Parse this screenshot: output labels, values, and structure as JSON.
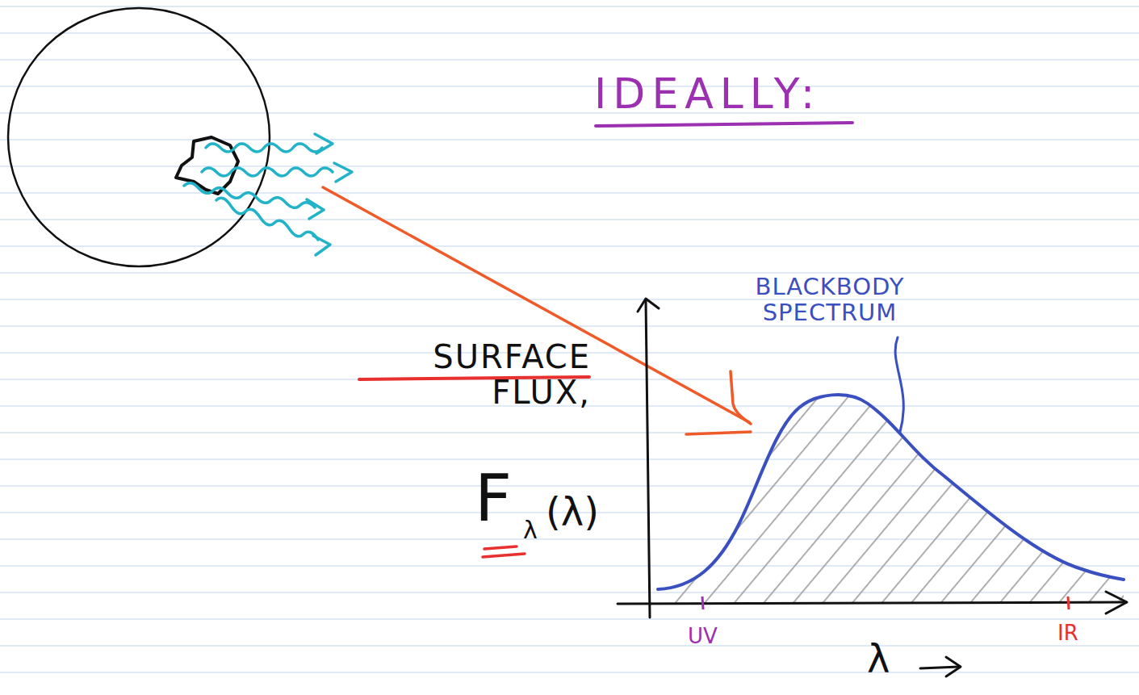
{
  "diagram": {
    "title": "IDEALLY:",
    "labels": [
      "BLACKBODY SPECTRUM",
      "SURFACE FLUX,",
      "F",
      "λ",
      "(λ)",
      "UV",
      "IR",
      "λ"
    ]
  }
}
